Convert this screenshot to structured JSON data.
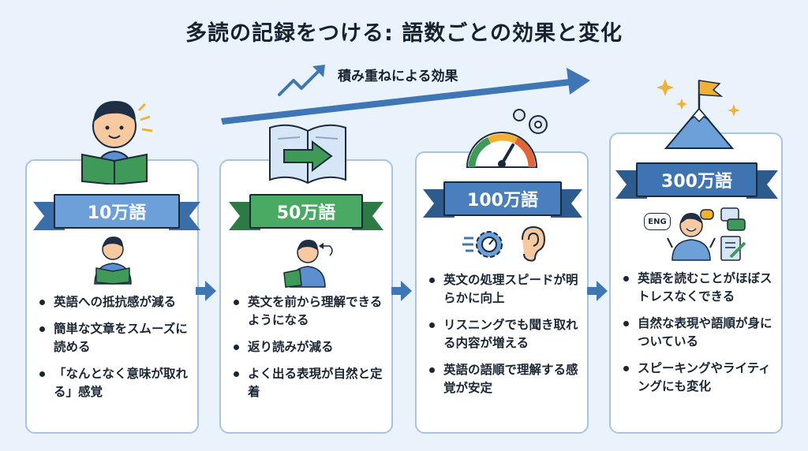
{
  "title": "多読の記録をつける: 語数ごとの効果と変化",
  "trend_label": "積み重ねによる効果",
  "colors": {
    "background": "#eaf3fb",
    "card_border": "#a7c4e0",
    "arrow": "#3f77b5",
    "ribbon_blue": "#5b8fd0",
    "ribbon_green": "#3f9a5a",
    "ribbon_dark_blue": "#3a6ea8"
  },
  "stages": [
    {
      "label": "10万語",
      "bullets": [
        "英語への抵抗感が減る",
        "簡単な文章をスムーズに読める",
        "「なんとなく意味が取れる」感覚"
      ]
    },
    {
      "label": "50万語",
      "bullets": [
        "英文を前から理解できるようになる",
        "返り読みが減る",
        "よく出る表現が自然と定着"
      ]
    },
    {
      "label": "100万語",
      "bullets": [
        "英文の処理スピードが明らかに向上",
        "リスニングでも聞き取れる内容が増える",
        "英語の語順で理解する感覚が安定"
      ]
    },
    {
      "label": "300万語",
      "eng_badge": "ENG",
      "bullets": [
        "英語を読むことがほぼストレスなくできる",
        "自然な表現や語順が身についている",
        "スピーキングやライティングにも変化"
      ]
    }
  ]
}
